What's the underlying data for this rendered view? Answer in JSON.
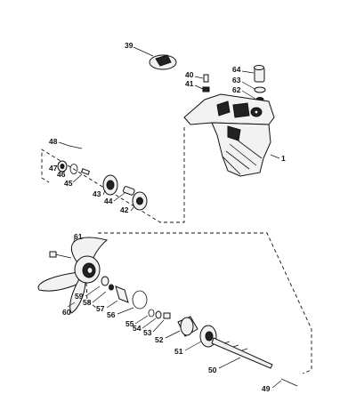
{
  "diagram": {
    "callouts": [
      {
        "id": "c39",
        "label": "39"
      },
      {
        "id": "c40",
        "label": "40"
      },
      {
        "id": "c41",
        "label": "41"
      },
      {
        "id": "c64",
        "label": "64"
      },
      {
        "id": "c63",
        "label": "63"
      },
      {
        "id": "c62",
        "label": "62"
      },
      {
        "id": "c1",
        "label": "1"
      },
      {
        "id": "c48",
        "label": "48"
      },
      {
        "id": "c47",
        "label": "47"
      },
      {
        "id": "c46",
        "label": "46"
      },
      {
        "id": "c45",
        "label": "45"
      },
      {
        "id": "c43",
        "label": "43"
      },
      {
        "id": "c44",
        "label": "44"
      },
      {
        "id": "c42",
        "label": "42"
      },
      {
        "id": "c61",
        "label": "61"
      },
      {
        "id": "c59",
        "label": "59"
      },
      {
        "id": "c58",
        "label": "58"
      },
      {
        "id": "c57",
        "label": "57"
      },
      {
        "id": "c56",
        "label": "56"
      },
      {
        "id": "c60",
        "label": "60"
      },
      {
        "id": "c55",
        "label": "55"
      },
      {
        "id": "c54",
        "label": "54"
      },
      {
        "id": "c53",
        "label": "53"
      },
      {
        "id": "c52",
        "label": "52"
      },
      {
        "id": "c51",
        "label": "51"
      },
      {
        "id": "c50",
        "label": "50"
      },
      {
        "id": "c49",
        "label": "49"
      }
    ]
  }
}
